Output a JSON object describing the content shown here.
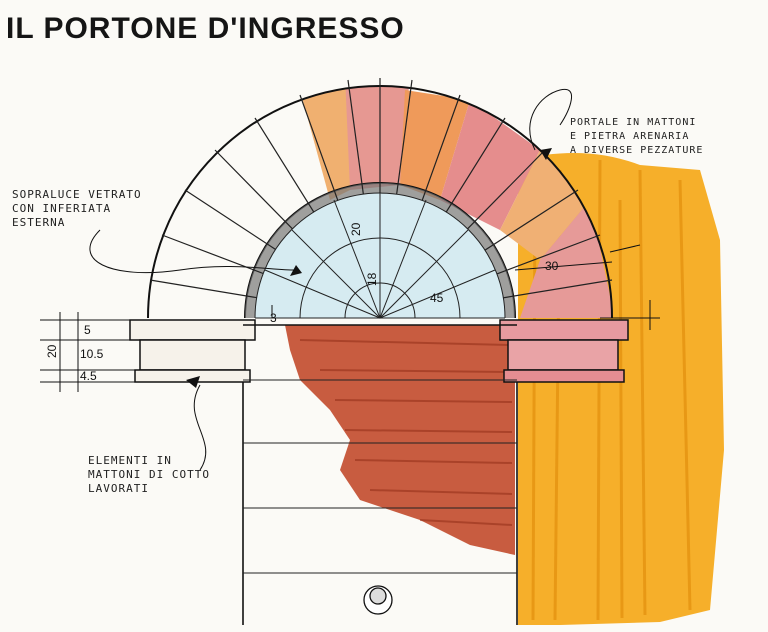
{
  "title": "IL PORTONE D'INGRESSO",
  "notes": {
    "fanlight": [
      "SOPRALUCE VETRATO",
      "CON INFERIATA",
      "ESTERNA"
    ],
    "arch": [
      "PORTALE IN MATTONI",
      "E PIETRA ARENARIA",
      "A DIVERSE PEZZATURE"
    ],
    "elements": [
      "ELEMENTI IN",
      "MATTONI DI COTTO",
      "LAVORATI"
    ]
  },
  "dimensions": {
    "d20_top": "20",
    "d18": "18",
    "d45_fan": "45",
    "d30": "30",
    "d3": "3",
    "d5": "5",
    "d10_5": "10.5",
    "d4_5": "4.5",
    "d20_left": "20"
  },
  "colors": {
    "brick_red": "#c0452a",
    "wall_yellow": "#f5a81a",
    "stone_pink": "#e9a3a0",
    "stone_orange": "#f0a560",
    "glass_blue": "#bfe3ec"
  }
}
